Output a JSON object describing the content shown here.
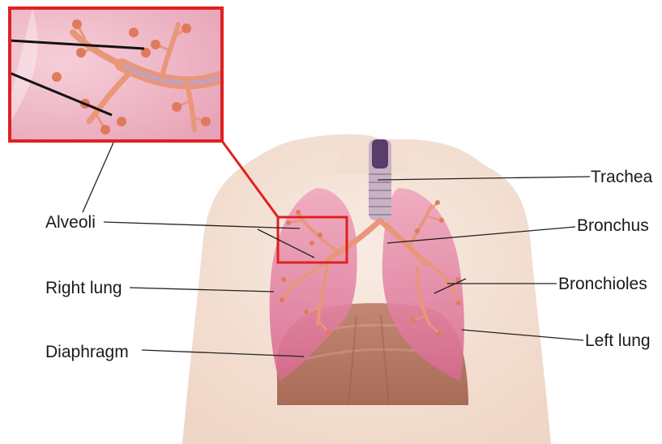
{
  "labels": {
    "alveoli": "Alveoli",
    "right_lung": "Right lung",
    "diaphragm": "Diaphragm",
    "trachea": "Trachea",
    "bronchus": "Bronchus",
    "bronchioles": "Bronchioles",
    "left_lung": "Left lung"
  },
  "colors": {
    "skin": "#f4e2d6",
    "lung": "#e58aa8",
    "lung_dark": "#c8577c",
    "airway": "#e99a78",
    "diaphragm": "#b77a63",
    "inset_border": "#e02020",
    "leader_line": "#222222"
  }
}
